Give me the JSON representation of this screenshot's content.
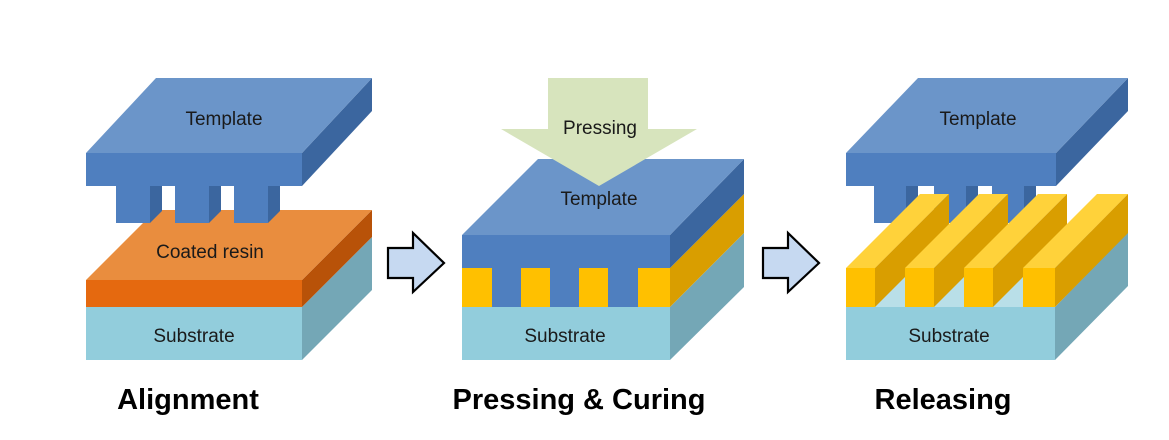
{
  "panels": [
    {
      "step_label": "Alignment",
      "template_label": "Template",
      "resin_label": "Coated resin",
      "substrate_label": "Substrate"
    },
    {
      "step_label": "Pressing & Curing",
      "press_label": "Pressing",
      "template_label": "Template",
      "substrate_label": "Substrate"
    },
    {
      "step_label": "Releasing",
      "template_label": "Template",
      "substrate_label": "Substrate"
    }
  ],
  "colors": {
    "template_top": "#6b95c9",
    "template_front": "#4f7fbf",
    "template_side": "#3b669f",
    "resin_top": "#e98d3e",
    "resin_front": "#e5690f",
    "resin_side": "#b85208",
    "cured_top": "#ffd23a",
    "cured_front": "#ffc000",
    "cured_side": "#d99e00",
    "substrate_front": "#92cddc",
    "substrate_side": "#74a7b6",
    "press_arrow": "#d7e4bd",
    "step_arrow": "#c6d9f1"
  }
}
